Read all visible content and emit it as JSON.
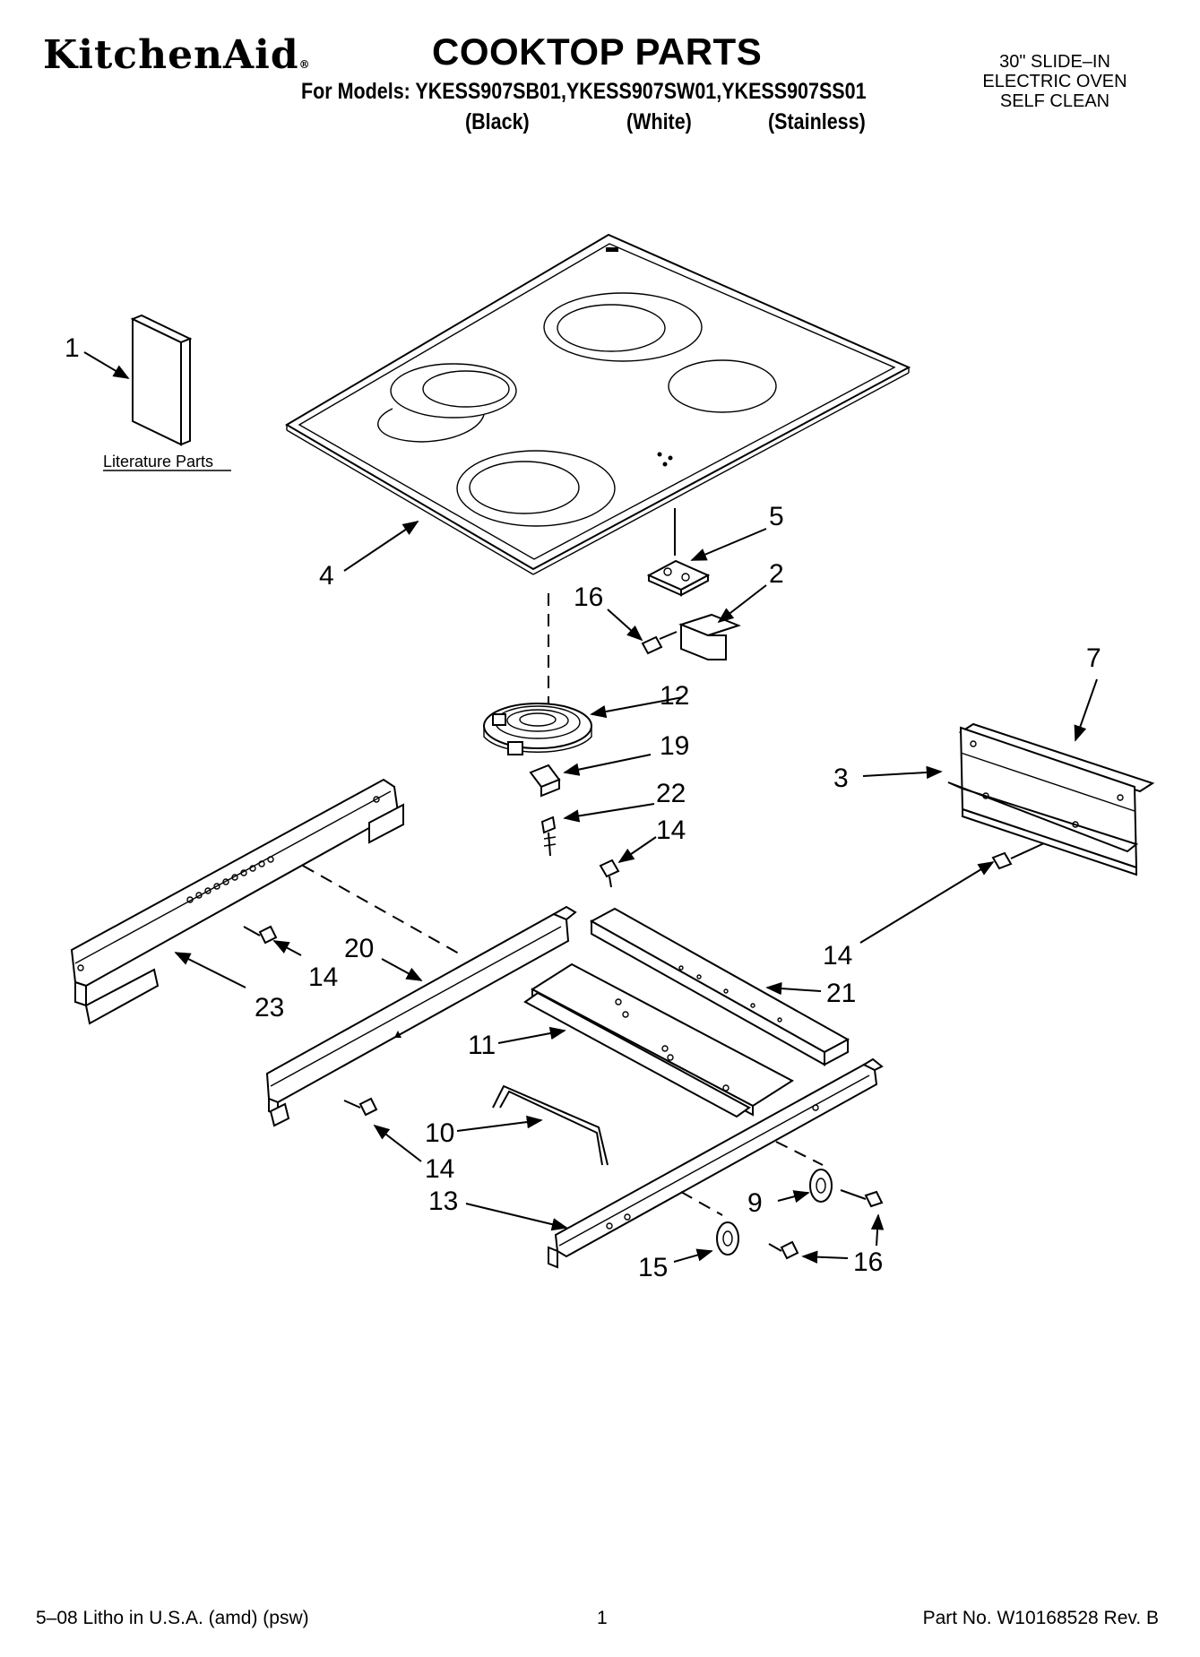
{
  "header": {
    "brand": "KitchenAid",
    "brand_mark": "®",
    "title": "COOKTOP PARTS",
    "models": "For Models: YKESS907SB01,YKESS907SW01,YKESS907SS01",
    "variants": [
      "(Black)",
      "(White)",
      "(Stainless)"
    ],
    "oven_type": [
      "30\" SLIDE–IN",
      "ELECTRIC OVEN",
      "SELF CLEAN"
    ]
  },
  "diagram": {
    "literature_label": "Literature Parts",
    "callouts": [
      "1",
      "4",
      "5",
      "2",
      "16",
      "7",
      "12",
      "19",
      "3",
      "22",
      "14",
      "14",
      "20",
      "14",
      "23",
      "21",
      "11",
      "10",
      "14",
      "13",
      "9",
      "15",
      "16"
    ]
  },
  "footer": {
    "litho": "5–08 Litho in U.S.A. (amd) (psw)",
    "page": "1",
    "part_no": "Part No. W10168528 Rev. B"
  }
}
